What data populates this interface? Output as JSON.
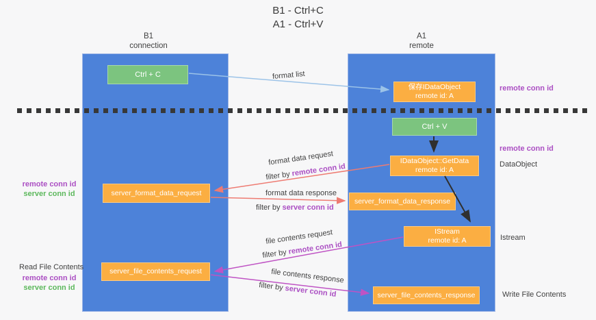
{
  "title": {
    "line1": "B1 - Ctrl+C",
    "line2": "A1 - Ctrl+V"
  },
  "lanes": {
    "left": {
      "name": "B1",
      "subtitle": "connection"
    },
    "right": {
      "name": "A1",
      "subtitle": "remote"
    }
  },
  "nodes": {
    "ctrl_c": {
      "label": "Ctrl + C"
    },
    "save_idataobject": {
      "line1": "保存IDataObject",
      "line2": "remote id: A"
    },
    "ctrl_v": {
      "label": "Ctrl + V"
    },
    "getdata": {
      "line1": "IDataObject::GetData",
      "line2": "remote id: A"
    },
    "format_request": {
      "label": "server_format_data_request"
    },
    "format_response": {
      "label": "server_format_data_response"
    },
    "istream": {
      "line1": "IStream",
      "line2": "remote id: A"
    },
    "file_request": {
      "label": "server_file_contents_request"
    },
    "file_response": {
      "label": "server_file_contents_response"
    }
  },
  "edge_labels": {
    "format_list": "format list",
    "format_data_request": "format data request",
    "format_data_response": "format data response",
    "file_contents_request": "file contents request",
    "file_contents_response": "file contents response",
    "filter_by": "filter by ",
    "remote_conn_id": "remote conn id",
    "server_conn_id": "server conn id"
  },
  "side_labels": {
    "remote_conn_id": "remote conn id",
    "server_conn_id": "server conn id",
    "dataobject": "DataObject",
    "istream": "Istream",
    "read_file_contents": "Read File Contents",
    "write_file_contents": "Write File Contents"
  },
  "colors": {
    "background": "#f7f7f8",
    "lane_blue": "#4d82d9",
    "box_orange": "#fbae42",
    "box_green": "#7cc47f",
    "arrow_blue": "#9cc3e8",
    "arrow_salmon": "#ee7b72",
    "arrow_magenta": "#bf53c4",
    "arrow_black": "#2f2f2f",
    "text_purple": "#ab4fc3",
    "text_green": "#5cb85c",
    "dash_color": "#383838"
  }
}
